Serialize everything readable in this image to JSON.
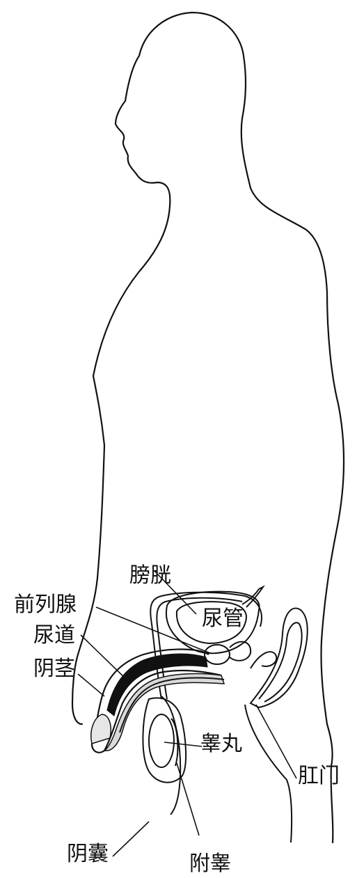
{
  "labels": {
    "bladder": "膀胱",
    "ureter": "尿管",
    "prostate": "前列腺",
    "urethra": "尿道",
    "penis": "阴茎",
    "testis": "睾丸",
    "anus": "肛门",
    "scrotum": "阴囊",
    "epididymis": "附睾"
  },
  "colors": {
    "ink": "#111111",
    "paper": "#ffffff"
  }
}
